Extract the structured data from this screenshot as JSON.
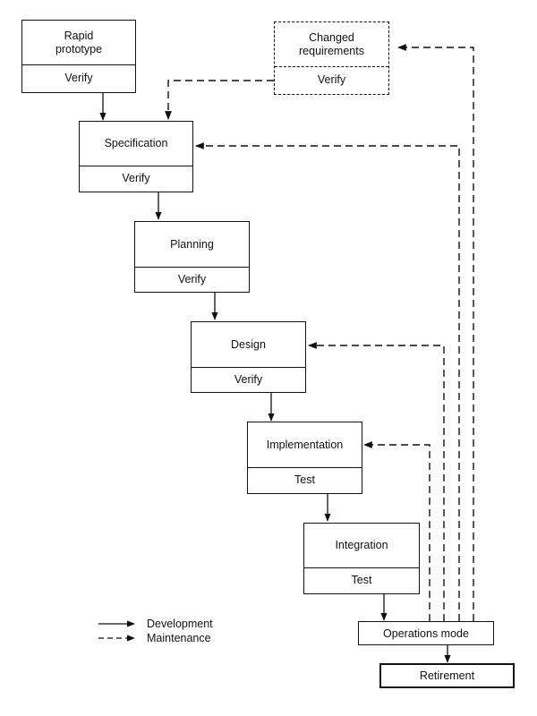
{
  "diagram": {
    "title": "",
    "nodes": {
      "rapid_prototype": {
        "label": "Rapid\nprototype",
        "sub": "Verify"
      },
      "changed_requirements": {
        "label": "Changed\nrequirements",
        "sub": "Verify"
      },
      "specification": {
        "label": "Specification",
        "sub": "Verify"
      },
      "planning": {
        "label": "Planning",
        "sub": "Verify"
      },
      "design": {
        "label": "Design",
        "sub": "Verify"
      },
      "implementation": {
        "label": "Implementation",
        "sub": "Test"
      },
      "integration": {
        "label": "Integration",
        "sub": "Test"
      },
      "operations_mode": {
        "label": "Operations mode"
      },
      "retirement": {
        "label": "Retirement"
      }
    },
    "edges": [
      {
        "from": "rapid_prototype",
        "to": "specification",
        "type": "development"
      },
      {
        "from": "specification",
        "to": "planning",
        "type": "development"
      },
      {
        "from": "planning",
        "to": "design",
        "type": "development"
      },
      {
        "from": "design",
        "to": "implementation",
        "type": "development"
      },
      {
        "from": "implementation",
        "to": "integration",
        "type": "development"
      },
      {
        "from": "integration",
        "to": "operations_mode",
        "type": "development"
      },
      {
        "from": "operations_mode",
        "to": "retirement",
        "type": "development"
      },
      {
        "from": "changed_requirements",
        "to": "specification",
        "type": "maintenance"
      },
      {
        "from": "operations_mode",
        "to": "changed_requirements",
        "type": "maintenance"
      },
      {
        "from": "operations_mode",
        "to": "specification",
        "type": "maintenance"
      },
      {
        "from": "operations_mode",
        "to": "design",
        "type": "maintenance"
      },
      {
        "from": "operations_mode",
        "to": "implementation",
        "type": "maintenance"
      }
    ],
    "legend": {
      "development": "Development",
      "maintenance": "Maintenance"
    }
  }
}
